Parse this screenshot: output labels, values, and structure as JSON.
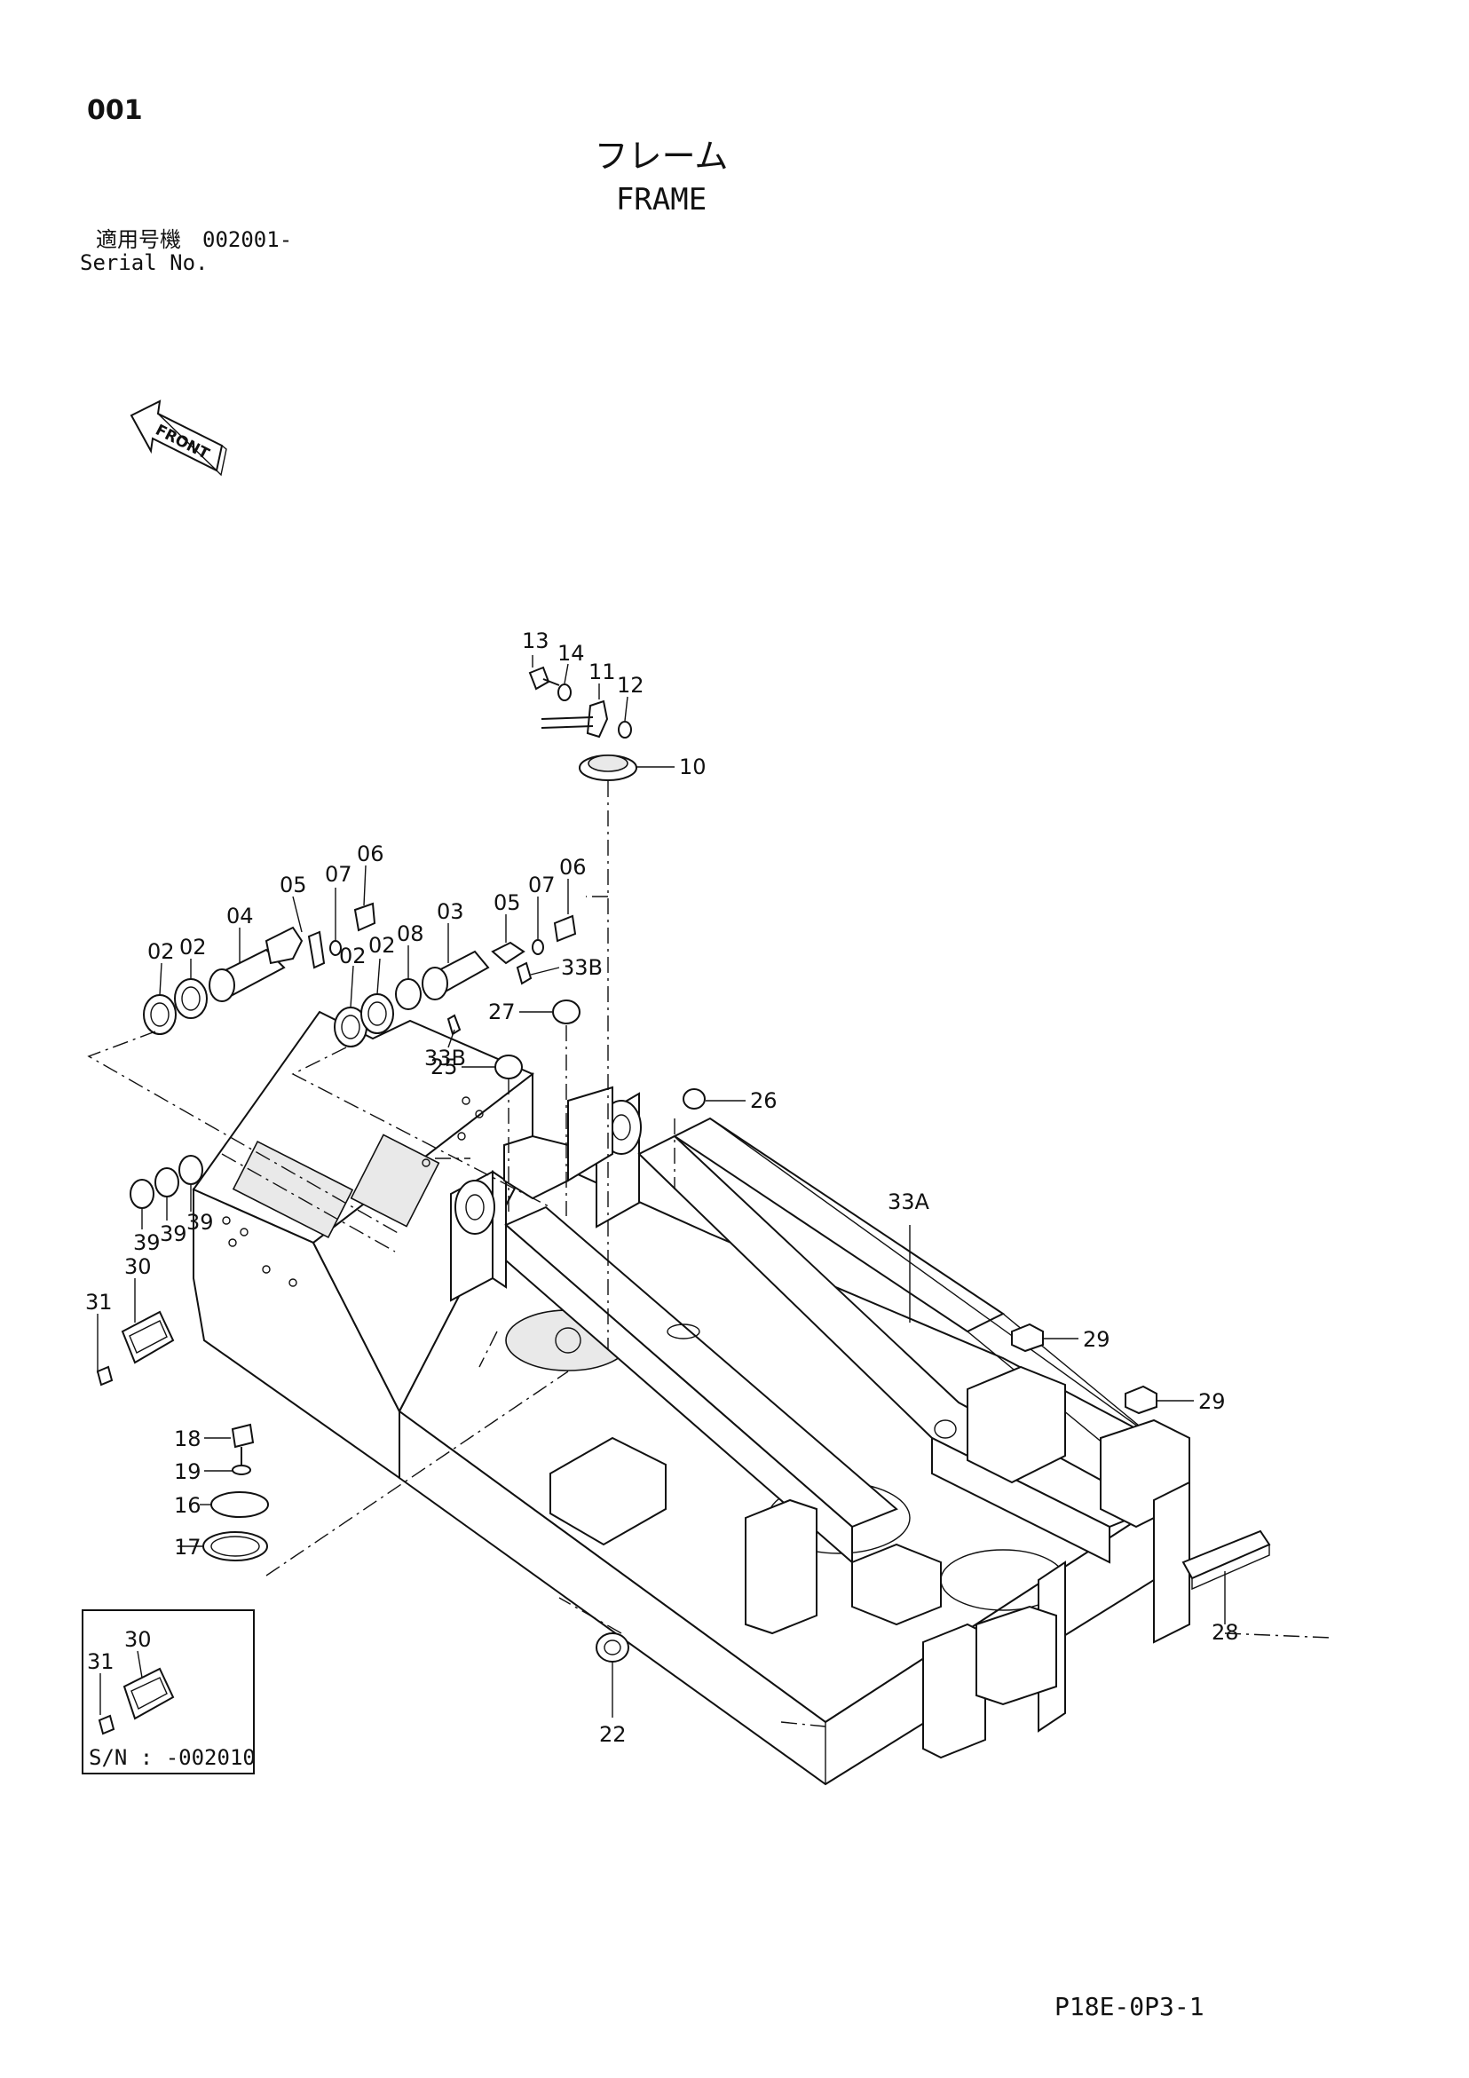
{
  "header": {
    "page_number": "001",
    "title_jp": "フレーム",
    "title_en": "FRAME",
    "serial_label_jp": "適用号機　002001-",
    "serial_label_en": "Serial No."
  },
  "front_arrow": {
    "label": "FRONT"
  },
  "callouts": {
    "c13": "13",
    "c14": "14",
    "c11": "11",
    "c12": "12",
    "c10": "10",
    "c06a": "06",
    "c07a": "07",
    "c05a": "05",
    "c04": "04",
    "c02a": "02",
    "c02b": "02",
    "c02c": "02",
    "c02d": "02",
    "c08": "08",
    "c03": "03",
    "c05b": "05",
    "c07b": "07",
    "c06b": "06",
    "c33b_right": "33B",
    "c33b_left": "33B",
    "c27": "27",
    "c25": "25",
    "c26": "26",
    "c33a": "33A",
    "c39a": "39",
    "c39b": "39",
    "c39c": "39",
    "c30": "30",
    "c31": "31",
    "c29a": "29",
    "c29b": "29",
    "c18": "18",
    "c19": "19",
    "c16": "16",
    "c17": "17",
    "c28": "28",
    "c22": "22"
  },
  "inset": {
    "c30": "30",
    "c31": "31",
    "serial_range": "S/N : -002010"
  },
  "footer": {
    "code": "P18E-0P3-1"
  }
}
